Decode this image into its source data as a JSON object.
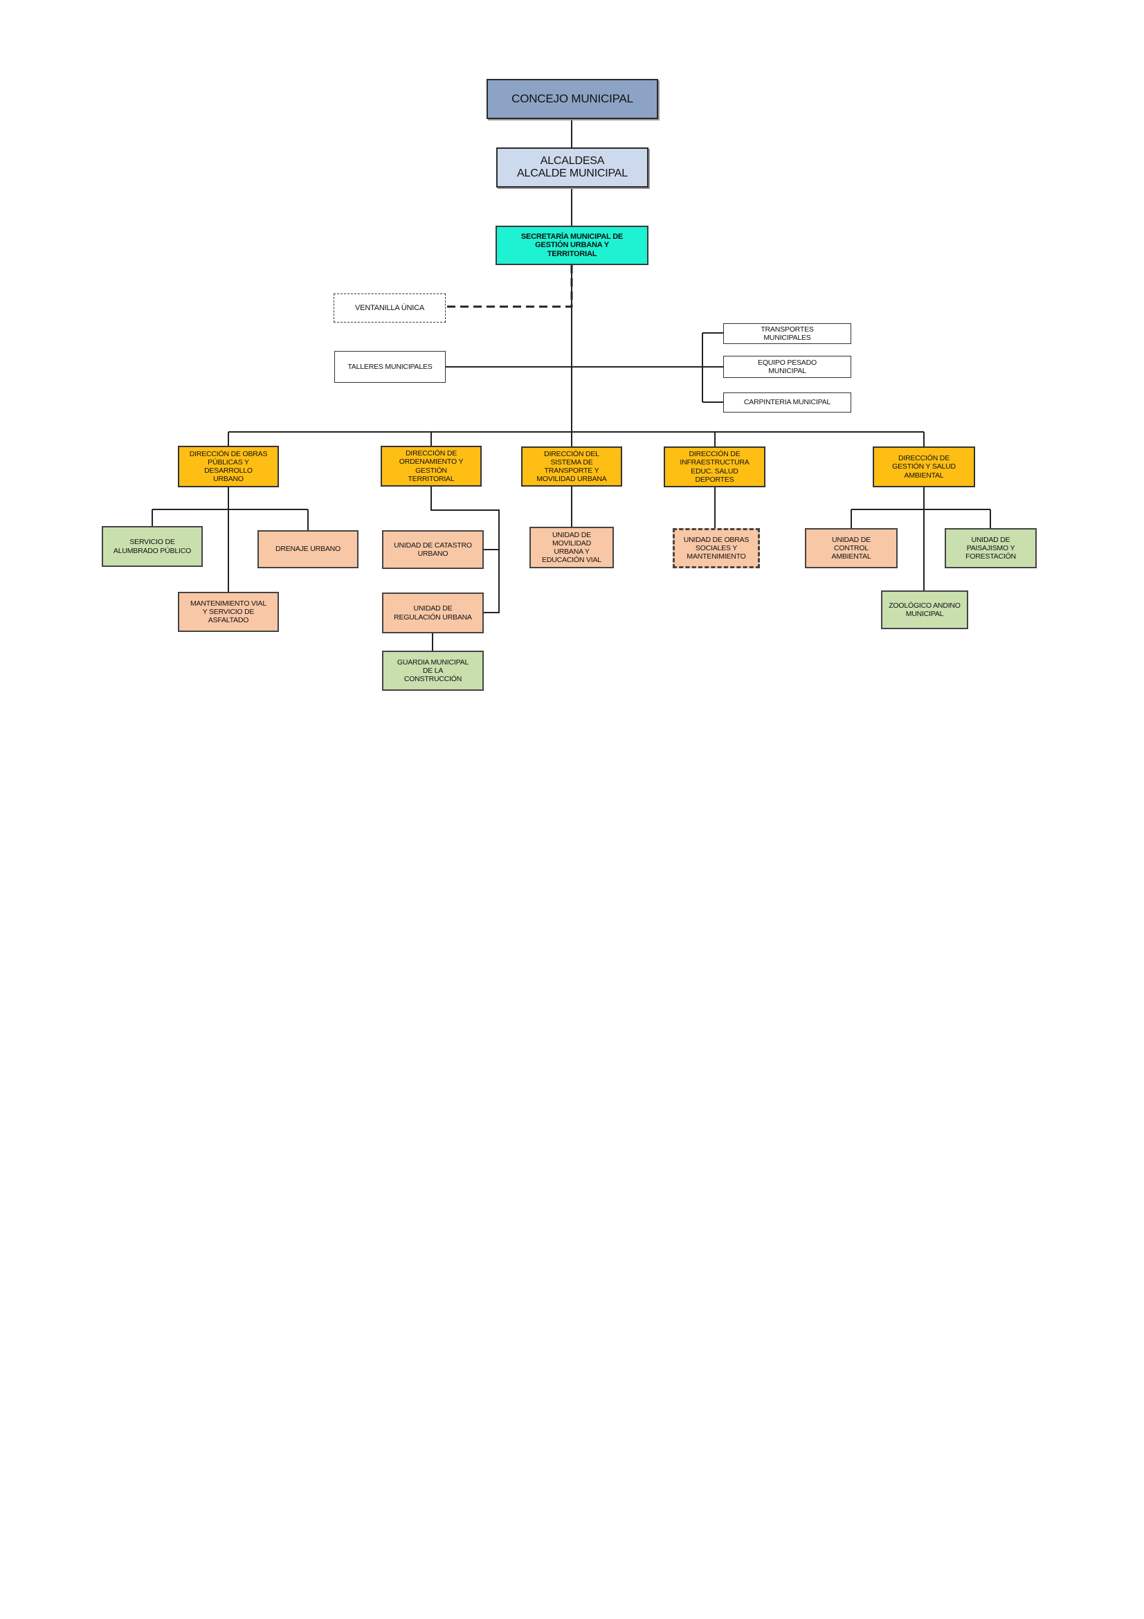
{
  "colors": {
    "header": "#8da3c5",
    "mayor": "#cdd9ec",
    "secretariat": "#1ef2d2",
    "direction": "#ffbe14",
    "unit": "#f8c7a6",
    "green_unit": "#c9dfae",
    "white_unit": "#ffffff",
    "lines": "#222222"
  },
  "org": {
    "concejo": "CONCEJO MUNICIPAL",
    "alcalde": "ALCALDESA\nALCALDE MUNICIPAL",
    "secretaria": "SECRETARÍA MUNICIPAL DE\nGESTIÓN URBANA Y\nTERRITORIAL",
    "ventanilla": "VENTANILLA ÚNICA",
    "talleres": "TALLERES MUNICIPALES",
    "transportes": "TRANSPORTES\nMUNICIPALES",
    "equipo_pesado": "EQUIPO PESADO\nMUNICIPAL",
    "carpinteria": "CARPINTERIA MUNICIPAL",
    "dir_obras": "DIRECCIÓN DE OBRAS\nPÚBLICAS Y\nDESARROLLO\nURBANO",
    "dir_ordenamiento": "DIRECCIÓN DE\nORDENAMIENTO Y\nGESTIÓN\nTERRITORIAL",
    "dir_transporte": "DIRECCIÓN DEL\nSISTEMA DE\nTRANSPORTE Y\nMOVILIDAD URBANA",
    "dir_infraestructura": "DIRECCIÓN DE\nINFRAESTRUCTURA\nEDUC. SALUD\nDEPORTES",
    "dir_gestion": "DIRECCIÓN DE\nGESTIÓN Y SALUD\nAMBIENTAL",
    "alumbrado": "SERVICIO DE\nALUMBRADO PÚBLICO",
    "drenaje": "DRENAJE URBANO",
    "mantenimiento_vial": "MANTENIMIENTO VIAL\nY SERVICIO DE\nASFALTADO",
    "catastro": "UNIDAD DE CATASTRO\nURBANO",
    "regulacion": "UNIDAD DE\nREGULACIÓN URBANA",
    "guardia": "GUARDIA MUNICIPAL\nDE LA\nCONSTRUCCIÓN",
    "movilidad": "UNIDAD DE\nMOVILIDAD\nURBANA Y\nEDUCACIÓN VIAL",
    "obras_sociales": "UNIDAD DE OBRAS\nSOCIALES Y\nMANTENIMIENTO",
    "control_ambiental": "UNIDAD DE\nCONTROL\nAMBIENTAL",
    "paisajismo": "UNIDAD DE\nPAISAJISMO Y\nFORESTACIÓN",
    "zoologico": "ZOOLÓGICO ANDINO\nMUNICIPAL"
  }
}
